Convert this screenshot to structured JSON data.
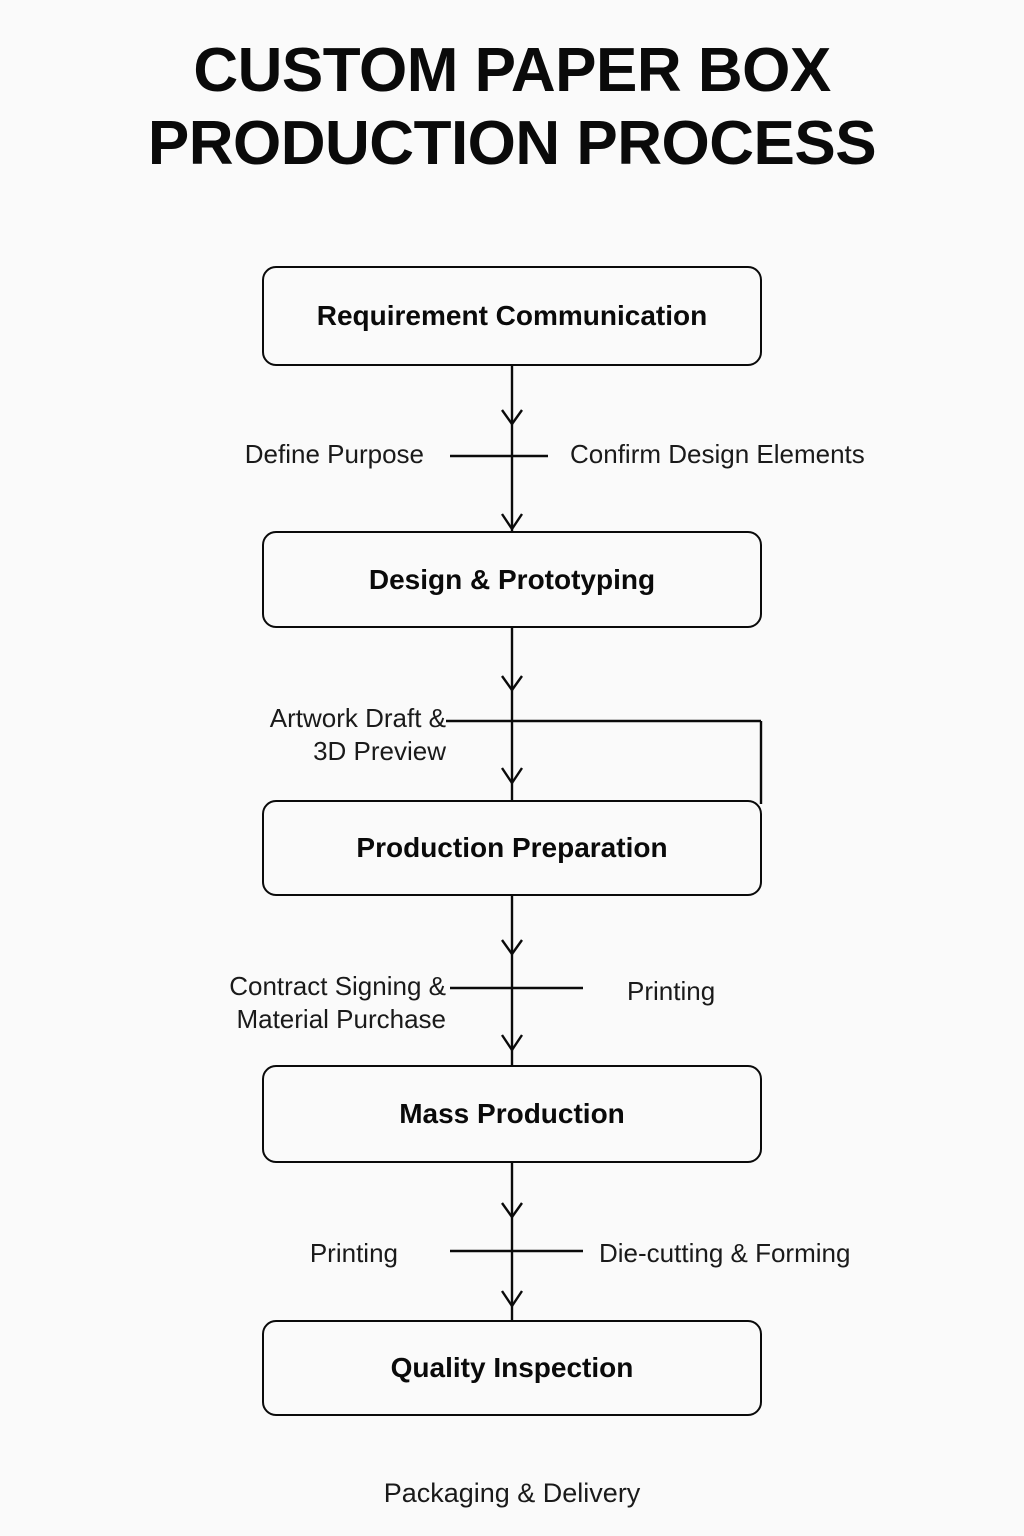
{
  "page": {
    "title": "CUSTOM PAPER BOX\nPRODUCTION PROCESS",
    "background_color": "#fafafa",
    "ink_color": "#0a0a0a"
  },
  "chart_data": {
    "type": "diagram",
    "diagram_kind": "flowchart",
    "orientation": "top-to-bottom",
    "title": "CUSTOM PAPER BOX PRODUCTION PROCESS",
    "nodes": [
      {
        "id": "n1",
        "label": "Requirement Communication"
      },
      {
        "id": "n2",
        "label": "Design & Prototyping"
      },
      {
        "id": "n3",
        "label": "Production Preparation"
      },
      {
        "id": "n4",
        "label": "Mass Production"
      },
      {
        "id": "n5",
        "label": "Quality Inspection"
      }
    ],
    "edges": [
      {
        "from": "n1",
        "to": "n2",
        "left_label": "Define Purpose",
        "right_label": "Confirm Design Elements"
      },
      {
        "from": "n2",
        "to": "n3",
        "left_label": "Artwork Draft &\n3D Preview",
        "right_label": ""
      },
      {
        "from": "n3",
        "to": "n4",
        "left_label": "Contract Signing &\nMaterial Purchase",
        "right_label": "Printing"
      },
      {
        "from": "n4",
        "to": "n5",
        "left_label": "Printing",
        "right_label": "Die-cutting & Forming"
      }
    ],
    "footer_caption": "Packaging & Delivery"
  },
  "nodes": {
    "n1": "Requirement Communication",
    "n2": "Design & Prototyping",
    "n3": "Production Preparation",
    "n4": "Mass Production",
    "n5": "Quality Inspection"
  },
  "edge_labels": {
    "e1_left": "Define Purpose",
    "e1_right": "Confirm Design Elements",
    "e2_left": "Artwork Draft &\n3D Preview",
    "e3_left": "Contract Signing &\nMaterial Purchase",
    "e3_right": "Printing",
    "e4_left": "Printing",
    "e4_right": "Die-cutting & Forming"
  },
  "footer": {
    "caption": "Packaging & Delivery"
  }
}
